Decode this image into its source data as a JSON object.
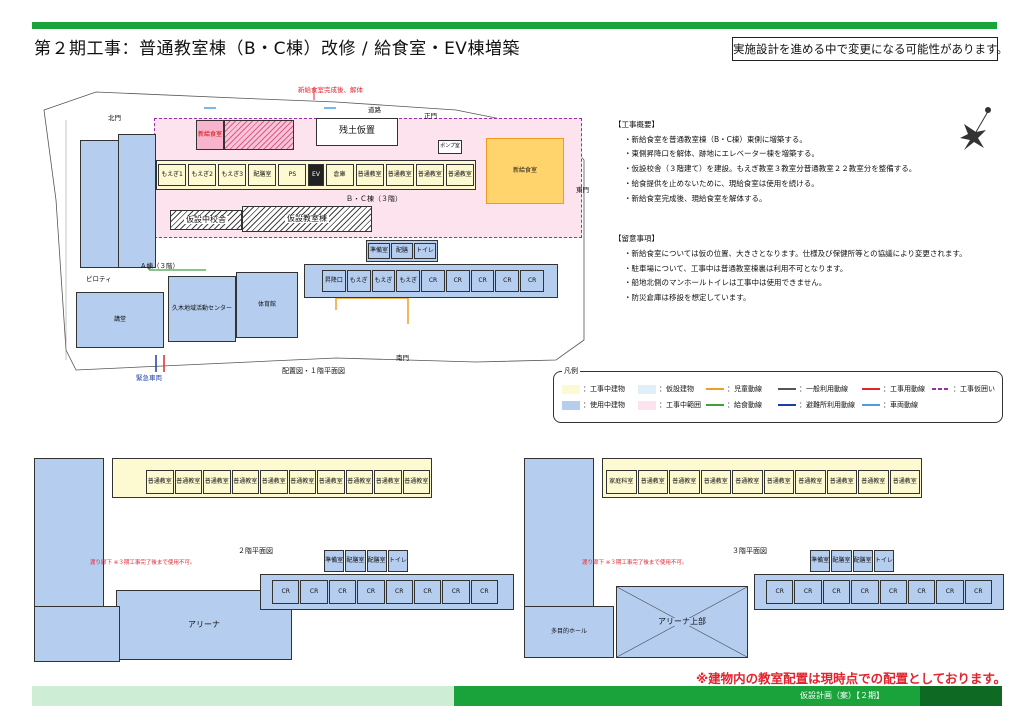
{
  "header": {
    "title": "第２期工事：普通教室棟（B・C棟）改修 / 給食室・EV棟増築",
    "notice": "実施設計を進める中で変更になる可能性があります。"
  },
  "site": {
    "labels": {
      "new_kitchen_top": "新給食室",
      "new_kitchen_box": "新給食室",
      "excess_soil": "残土仮置",
      "bc_building": "Ｂ・Ｃ棟（３階）",
      "a_building": "Ａ棟（３階）",
      "temp_school": "仮設中校舎",
      "temp_classroom": "仮設教室棟",
      "pool_pump": "ポンプ室",
      "main_gate": "正門",
      "east_gate": "東門",
      "north_gate": "北門",
      "south_gate": "南門",
      "road": "道路",
      "pilotis": "ピロティ",
      "community_center": "久木地域活動センター",
      "gym_small": "講堂",
      "arena_hall": "体育館",
      "emergency_vehicle": "緊急車両",
      "demolish_note": "新給食室完成後、解体",
      "caption": "配置図・１階平面図"
    },
    "rooms_row": [
      "もえぎ1",
      "もえぎ2",
      "もえぎ3",
      "配膳室",
      "PS",
      "EV",
      "倉庫",
      "普通教室",
      "普通教室",
      "普通教室",
      "普通教室"
    ],
    "lower_rooms": [
      "昇降口",
      "もえぎ",
      "もえぎ",
      "もえぎ",
      "CR",
      "CR",
      "CR",
      "CR",
      "CR"
    ],
    "lower_top": [
      "準備室",
      "配膳",
      "トイレ"
    ]
  },
  "floor2": {
    "caption": "２階平面図",
    "rooms": [
      "普通教室",
      "普通教室",
      "普通教室",
      "普通教室",
      "普通教室",
      "普通教室",
      "普通教室",
      "普通教室",
      "普通教室",
      "普通教室"
    ],
    "arena": "アリーナ",
    "lower_rooms": [
      "CR",
      "CR",
      "CR",
      "CR",
      "CR",
      "CR",
      "CR",
      "CR"
    ],
    "lower_top": [
      "準備室",
      "配膳室",
      "配膳室",
      "トイレ"
    ],
    "note": "渡り廊下 ※３期工事完了後まで使用不可。"
  },
  "floor3": {
    "caption": "３階平面図",
    "rooms": [
      "家庭科室",
      "普通教室",
      "普通教室",
      "普通教室",
      "普通教室",
      "普通教室",
      "普通教室",
      "普通教室",
      "普通教室",
      "普通教室"
    ],
    "arena": "アリーナ上部",
    "hall": "多目的ホール",
    "lower_rooms": [
      "CR",
      "CR",
      "CR",
      "CR",
      "CR",
      "CR",
      "CR",
      "CR"
    ],
    "lower_top": [
      "準備室",
      "配膳室",
      "配膳室",
      "トイレ"
    ],
    "note": "渡り廊下 ※３期工事完了後まで使用不可。"
  },
  "notes": {
    "section1_title": "【工事概要】",
    "section1": [
      "・新給食室を普通教室棟（B・C棟）東側に増築する。",
      "・東側昇降口を解体、跡地にエレベーター棟を増築する。",
      "・仮設校舎（３階建て）を建設。もえぎ教室３教室分普通教室２２教室分を整備する。",
      "・給食提供を止めないために、現給食室は使用を続ける。",
      "・新給食室完成後、現給食室を解体する。"
    ],
    "section2_title": "【留意事項】",
    "section2": [
      "・新給食室については仮の位置、大きさとなります。仕様及び保健所等との協議により変更されます。",
      "・駐車場について、工事中は普通教室棟裏は利用不可となります。",
      "・船地北側のマンホールトイレは工事中は使用できません。",
      "・防災倉庫は移設を想定しています。"
    ]
  },
  "legend": {
    "title": "凡例",
    "items": [
      {
        "label": "：工事中建物",
        "kind": "swatch",
        "color": "#fdfad2"
      },
      {
        "label": "：仮設建物",
        "kind": "swatch",
        "color": "#dff0f8"
      },
      {
        "label": "：児童動線",
        "kind": "line",
        "color": "#f0a020"
      },
      {
        "label": "：一般利用動線",
        "kind": "line",
        "color": "#555555"
      },
      {
        "label": "：工事用動線",
        "kind": "line",
        "color": "#e2242e"
      },
      {
        "label": "：工事仮囲い",
        "kind": "dash",
        "color": "#9b2fa7"
      },
      {
        "label": "：使用中建物",
        "kind": "swatch",
        "color": "#b5cdef"
      },
      {
        "label": "：工事中範囲",
        "kind": "swatch",
        "color": "#fde3ee"
      },
      {
        "label": "：給食動線",
        "kind": "line",
        "color": "#40a040"
      },
      {
        "label": "：避難所利用動線",
        "kind": "line",
        "color": "#1a3fa8"
      },
      {
        "label": "：車両動線",
        "kind": "line",
        "color": "#4aa0e0"
      }
    ]
  },
  "footer": {
    "warning": "※建物内の教室配置は現時点での配置としております。",
    "text": "仮設計画（案）【２期】"
  }
}
